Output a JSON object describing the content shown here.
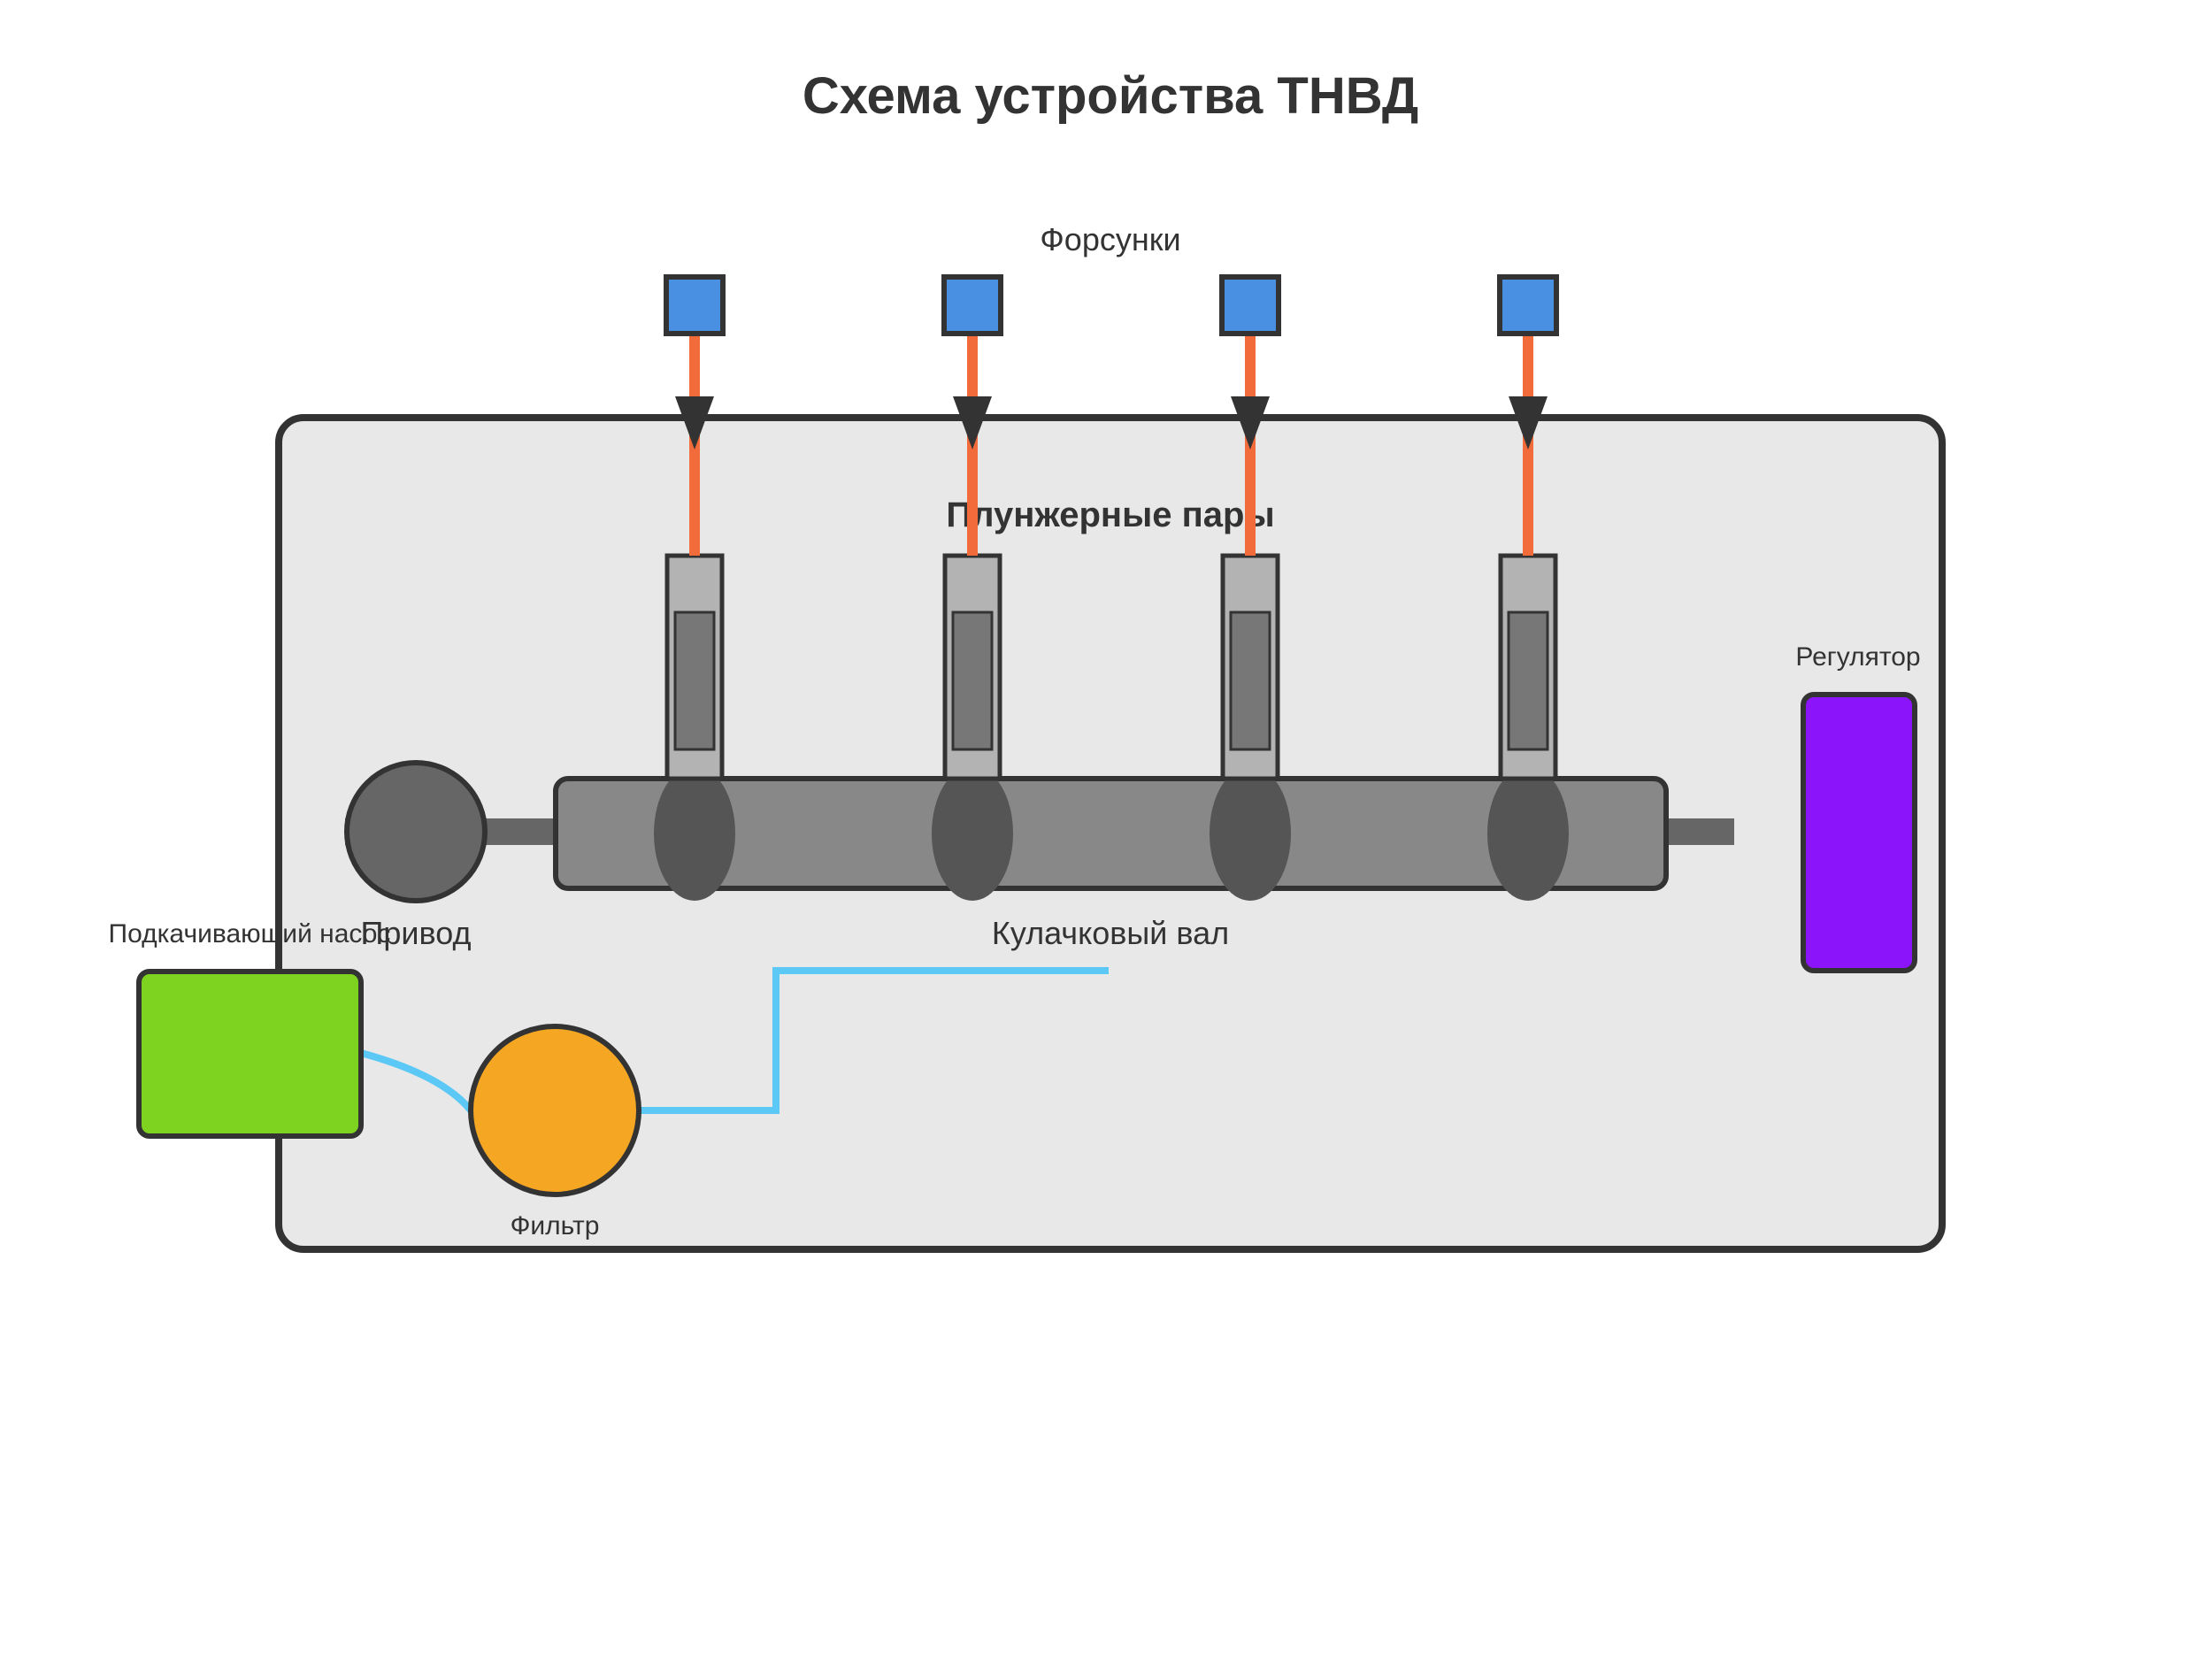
{
  "title": "Схема устройства ТНВД",
  "labels": {
    "injectors": "Форсунки",
    "plunger_pairs": "Плунжерные пары",
    "regulator": "Регулятор",
    "drive": "Привод",
    "camshaft": "Кулачковый вал",
    "feed_pump": "Подкачивающий насос",
    "filter": "Фильтр"
  },
  "colors": {
    "housing_fill": "#e8e8e8",
    "outline": "#333333",
    "injector": "#4a90e2",
    "high_pressure_line": "#f26b3a",
    "low_pressure_line": "#5bc8f5",
    "plunger_barrel": "#b3b3b3",
    "plunger": "#777777",
    "camshaft": "#888888",
    "cam_lobe": "#555555",
    "drive": "#666666",
    "regulator": "#8b14fb",
    "feed_pump": "#7ed321",
    "filter": "#f5a623"
  }
}
